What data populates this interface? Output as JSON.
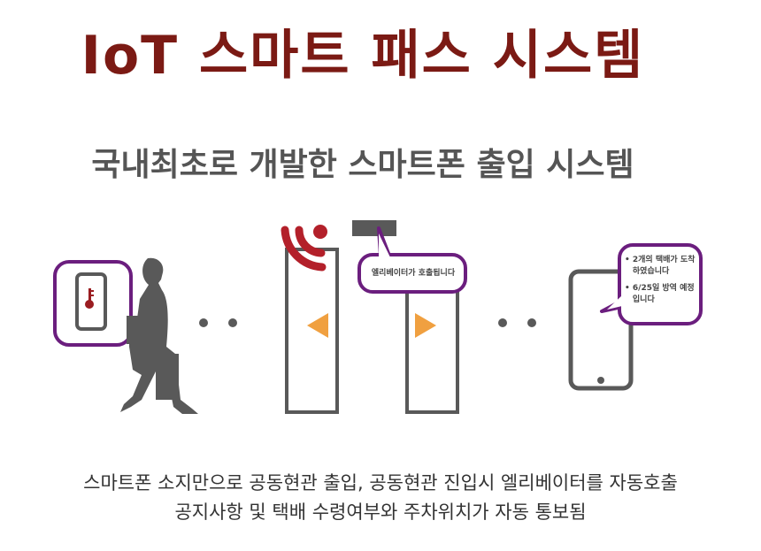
{
  "title": "IoT 스마트 패스 시스템",
  "subtitle": "국내최초로 개발한 스마트폰 출입 시스템",
  "elevator_bubble": "엘리베이터가 호출됩니다",
  "phone_bubble": {
    "items": [
      "2개의 택배가 도착 하였습니다",
      "6/25일 방역 예정입니다"
    ]
  },
  "footer": {
    "line1": "스마트폰 소지만으로 공동현관 출입, 공동현관 진입시 엘리베이터를 자동호출",
    "line2": "공지사항 및 택배 수령여부와 주차위치가 자동 통보됨"
  },
  "colors": {
    "title": "#7b1a14",
    "purple": "#6b1e7e",
    "gray": "#595959",
    "orange": "#f0a040",
    "red": "#b3202a"
  }
}
